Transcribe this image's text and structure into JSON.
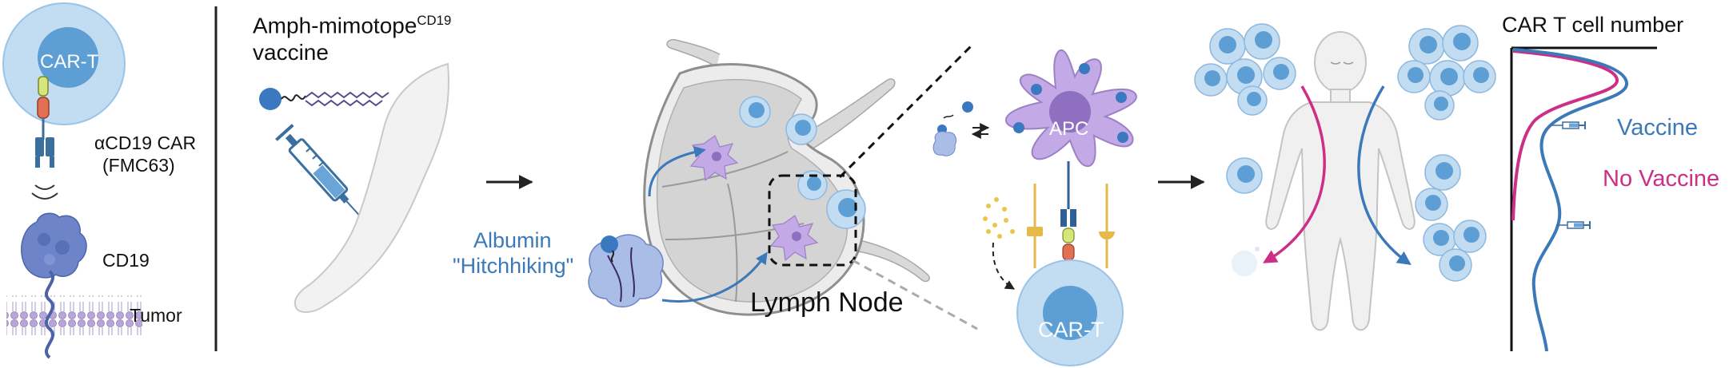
{
  "left_panel": {
    "cell_label": "CAR-T",
    "car_label_line1": "αCD19 CAR",
    "car_label_line2": "(FMC63)",
    "antigen_label": "CD19",
    "tumor_label": "Tumor"
  },
  "vaccine": {
    "title_main": "Amph-mimotope",
    "title_sup": "CD19",
    "title_line2": "vaccine"
  },
  "lymph": {
    "albumin_line1": "Albumin",
    "albumin_line2": "\"Hitchhiking\"",
    "node_label": "Lymph Node"
  },
  "apc": {
    "apc_label": "APC",
    "cart_label": "CAR-T"
  },
  "plot": {
    "title": "CAR T cell number",
    "vaccine_label": "Vaccine",
    "no_vaccine_label": "No Vaccine"
  },
  "colors": {
    "blue": "#3b79b9",
    "pink": "#cc2f85",
    "cell_light": "#c2dcf1",
    "cell_dark": "#5d9fd5",
    "apc_purple": "#c3a9e6",
    "cd19_blue": "#6d84c9",
    "yellow": "#e7b94a"
  }
}
